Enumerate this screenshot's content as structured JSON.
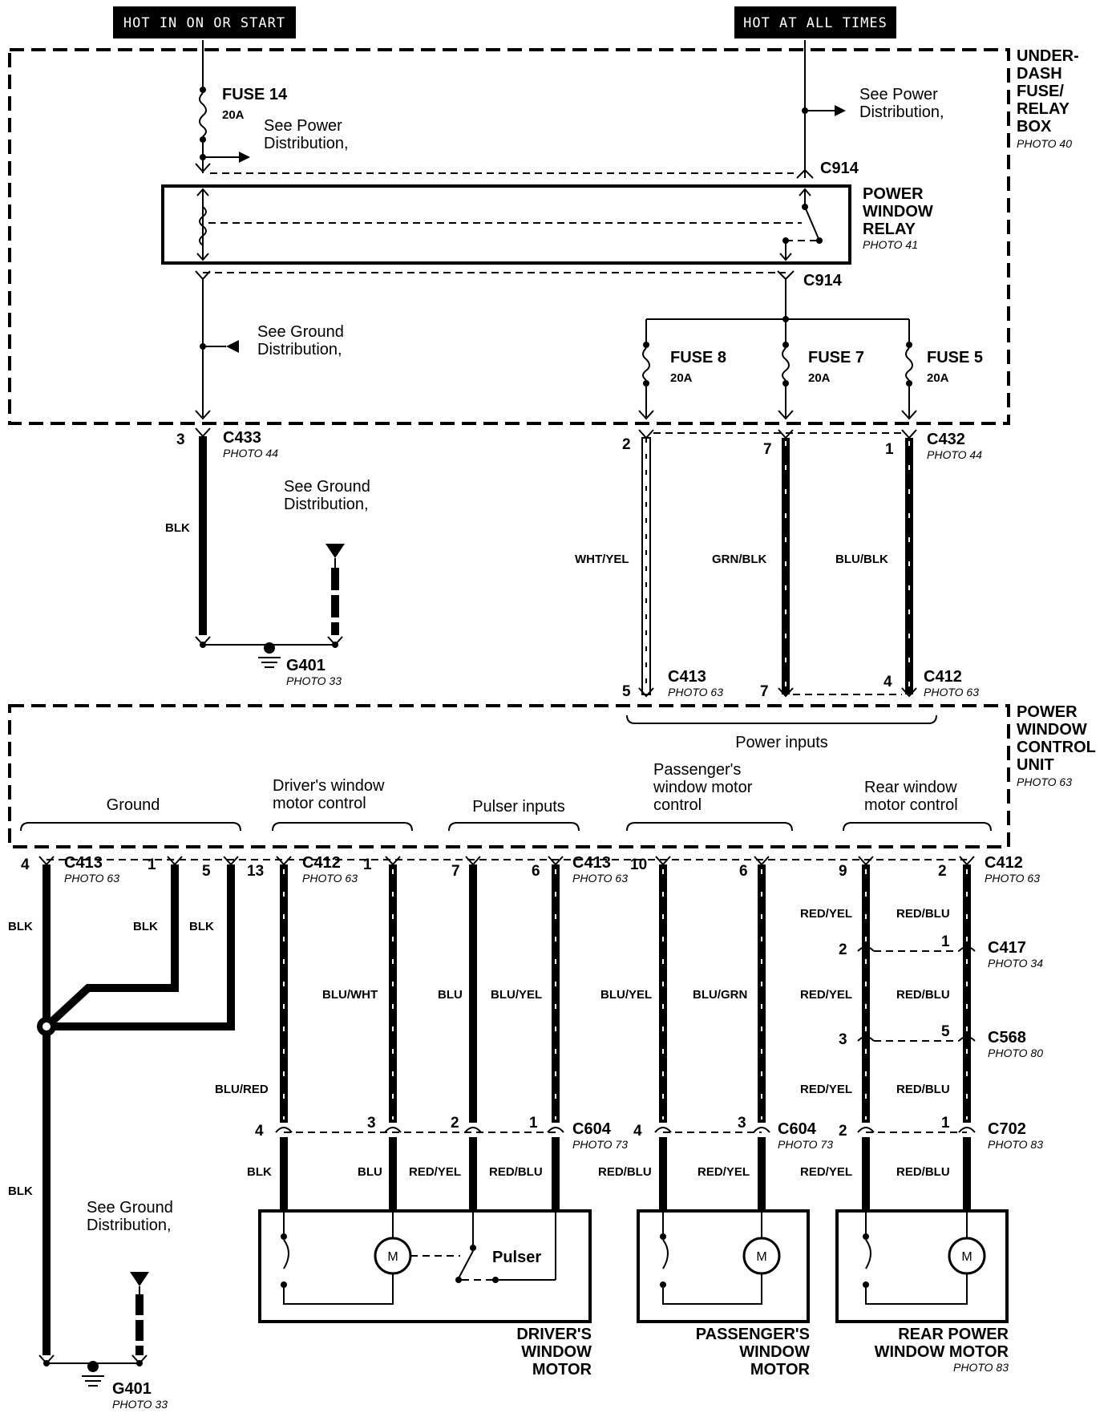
{
  "headers": {
    "hot_in_on": "HOT IN ON OR START",
    "hot_all_times": "HOT AT ALL TIMES"
  },
  "underdash": {
    "title": [
      "UNDER-",
      "DASH",
      "FUSE/",
      "RELAY",
      "BOX"
    ],
    "photo": "PHOTO 40",
    "fuse14": {
      "name": "FUSE 14",
      "rating": "20A"
    },
    "fuse8": {
      "name": "FUSE 8",
      "rating": "20A"
    },
    "fuse7": {
      "name": "FUSE 7",
      "rating": "20A"
    },
    "fuse5": {
      "name": "FUSE 5",
      "rating": "20A"
    },
    "see_power_left": [
      "See Power",
      "Distribution,"
    ],
    "see_power_right": [
      "See Power",
      "Distribution,"
    ],
    "see_ground": [
      "See Ground",
      "Distribution,"
    ],
    "c914_top": "C914",
    "c914_bottom": "C914"
  },
  "relay": {
    "title": [
      "POWER",
      "WINDOW",
      "RELAY"
    ],
    "photo": "PHOTO 41"
  },
  "c433": {
    "name": "C433",
    "photo": "PHOTO 44",
    "pin": "3"
  },
  "c432": {
    "name": "C432",
    "photo": "PHOTO 44",
    "pins": [
      "2",
      "7",
      "1"
    ]
  },
  "ground_upper": {
    "see": [
      "See Ground",
      "Distribution,"
    ],
    "wire": "BLK",
    "name": "G401",
    "photo": "PHOTO 33"
  },
  "power_wires": [
    "WHT/YEL",
    "GRN/BLK",
    "BLU/BLK"
  ],
  "mid_connectors": {
    "c413": {
      "name": "C413",
      "photo": "PHOTO 63",
      "pins": [
        "5",
        "7"
      ]
    },
    "c412": {
      "name": "C412",
      "photo": "PHOTO 63",
      "pin": "4"
    }
  },
  "control_unit": {
    "title": [
      "POWER",
      "WINDOW",
      "CONTROL",
      "UNIT"
    ],
    "photo": "PHOTO 63",
    "power_inputs": "Power inputs",
    "groups": {
      "ground": "Ground",
      "driver": [
        "Driver's window",
        "motor control"
      ],
      "pulser": "Pulser inputs",
      "passenger": [
        "Passenger's",
        "window motor",
        "control"
      ],
      "rear": [
        "Rear window",
        "motor control"
      ]
    }
  },
  "bottom_connectors": {
    "c413a": {
      "name": "C413",
      "photo": "PHOTO 63"
    },
    "c412a": {
      "name": "C412",
      "photo": "PHOTO 63"
    },
    "c413b": {
      "name": "C413",
      "photo": "PHOTO 63"
    },
    "c412b": {
      "name": "C412",
      "photo": "PHOTO 63"
    },
    "pins": {
      "p4": "4",
      "p1": "1",
      "p5": "5",
      "p13": "13",
      "p1b": "1",
      "p7": "7",
      "p6": "6",
      "p10": "10",
      "p6b": "6",
      "p9": "9",
      "p2": "2"
    }
  },
  "ground_wires": [
    "BLK",
    "BLK",
    "BLK",
    "BLK"
  ],
  "ground_lower": {
    "see": [
      "See Ground",
      "Distribution,"
    ],
    "name": "G401",
    "photo": "PHOTO 33"
  },
  "upper_wires": {
    "blu_wht": "BLU/WHT",
    "blu": "BLU",
    "blu_yel": "BLU/YEL",
    "blu_yel2": "BLU/YEL",
    "blu_grn": "BLU/GRN",
    "blu_red": "BLU/RED",
    "rear": [
      "RED/YEL",
      "RED/BLU",
      "RED/YEL",
      "RED/BLU",
      "RED/YEL",
      "RED/BLU"
    ]
  },
  "c417": {
    "name": "C417",
    "photo": "PHOTO 34",
    "pins": [
      "2",
      "1"
    ]
  },
  "c568": {
    "name": "C568",
    "photo": "PHOTO 80",
    "pins": [
      "3",
      "5"
    ]
  },
  "c604_driver": {
    "name": "C604",
    "photo": "PHOTO 73",
    "pins": [
      "4",
      "3",
      "2",
      "1"
    ]
  },
  "c604_pass": {
    "name": "C604",
    "photo": "PHOTO 73",
    "pins": [
      "4",
      "3"
    ]
  },
  "c702": {
    "name": "C702",
    "photo": "PHOTO 83",
    "pins": [
      "2",
      "1"
    ]
  },
  "lower_wires": [
    "BLK",
    "BLU",
    "RED/YEL",
    "RED/BLU",
    "RED/BLU",
    "RED/YEL",
    "RED/YEL",
    "RED/BLU"
  ],
  "motors": {
    "driver": {
      "title": [
        "DRIVER'S",
        "WINDOW",
        "MOTOR"
      ],
      "pulser": "Pulser",
      "m": "M"
    },
    "passenger": {
      "title": [
        "PASSENGER'S",
        "WINDOW",
        "MOTOR"
      ],
      "m": "M"
    },
    "rear": {
      "title": [
        "REAR POWER",
        "WINDOW MOTOR"
      ],
      "photo": "PHOTO 83",
      "m": "M"
    }
  }
}
